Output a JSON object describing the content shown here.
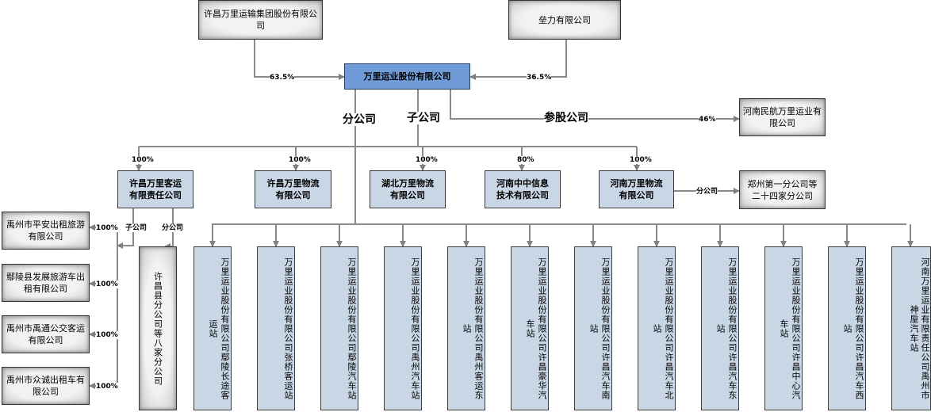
{
  "shareholders": [
    {
      "name": "许昌万里运输集团股份有限公司",
      "share": "63.5%"
    },
    {
      "name": "垒力有限公司",
      "share": "36.5%"
    }
  ],
  "main_company": "万里运业股份有限公司",
  "categories": {
    "branch": "分公司",
    "subsidiary": "子公司",
    "participation": "参股公司"
  },
  "participation": {
    "name": "河南民航万里运业有限公司",
    "share": "46%"
  },
  "subsidiaries": [
    {
      "name": "许昌万里客运有限责任公司",
      "share": "100%"
    },
    {
      "name": "许昌万里物流有限公司",
      "share": "100%"
    },
    {
      "name": "湖北万里物流有限公司",
      "share": "100%"
    },
    {
      "name": "河南中中信息技术有限公司",
      "share": "80%"
    },
    {
      "name": "河南万里物流有限公司",
      "share": "100%"
    }
  ],
  "henan_logistics_branch": {
    "label": "分公司",
    "name": "郑州第一分公司等二十四家分公司"
  },
  "xuchang_passenger": {
    "subsidiary_label": "子公司",
    "branch_label": "分公司",
    "subsidiaries": [
      {
        "name": "禹州市平安出租旅游有限公司",
        "share": "100%"
      },
      {
        "name": "鄢陵县发展旅游车出租有限公司",
        "share": "100%"
      },
      {
        "name": "禹州市禹通公交客运有限公司",
        "share": "100%"
      },
      {
        "name": "禹州市众诚出租车有限公司",
        "share": "100%"
      }
    ],
    "branch": "许昌县分公司等八家分公司"
  },
  "branches": [
    "万里运业股份有限公司鄢陵长途客运站",
    "万里运业股份有限公司张桥客运站",
    "万里运业股份有限公司鄢陵汽车站",
    "万里运业股份有限公司禹州汽车站",
    "万里运业股份有限公司禹州客运东站",
    "万里运业股份有限公司许昌豪华汽车站",
    "万里运业股份有限公司许昌汽车南站",
    "万里运业股份有限公司许昌汽车北站",
    "万里运业股份有限公司许昌汽车东站",
    "万里运业股份有限公司许昌中心汽车站",
    "万里运业股份有限公司许昌汽车西站",
    "河南万里运业有限责任公司禹州市神垕汽车站"
  ],
  "colors": {
    "main": "#6f9bd9",
    "entity": "#c9d6e5",
    "external": "#e8e8e8",
    "line": "#808080"
  }
}
